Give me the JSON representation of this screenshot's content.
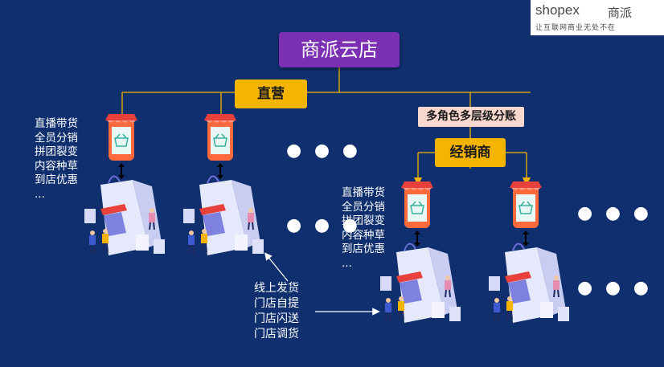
{
  "brand": {
    "name": "shopex",
    "cn_name": "商派",
    "slogan": "让互联网商业无处不在"
  },
  "root": {
    "label": "商派云店"
  },
  "direct": {
    "label": "直营"
  },
  "split": {
    "label": "多角色多层级分账"
  },
  "dealer": {
    "label": "经销商"
  },
  "tactics_left": [
    "直播带货",
    "全员分销",
    "拼团裂变",
    "内容种草",
    "到店优惠",
    "..."
  ],
  "tactics_right": [
    "直播带货",
    "全员分销",
    "拼团裂变",
    "内容种草",
    "到店优惠",
    "..."
  ],
  "fulfillment": [
    "线上发货",
    "门店自提",
    "门店闪送",
    "门店调货"
  ],
  "ellipsis": "● ● ●",
  "icons": [
    "storefront-phone-icon",
    "shopping-bag-illustration",
    "double-arrow-icon"
  ]
}
